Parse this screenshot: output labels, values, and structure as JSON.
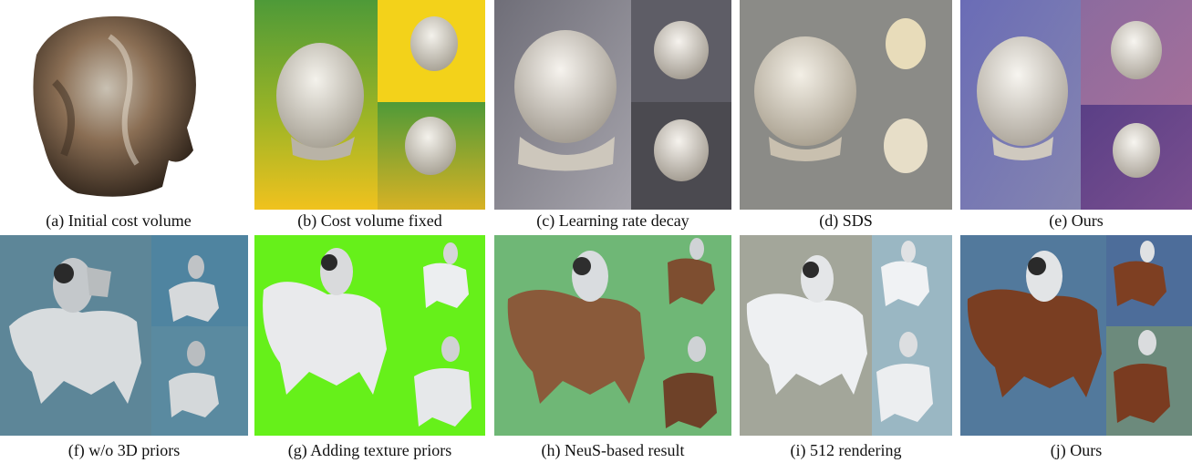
{
  "figure": {
    "rows": [
      {
        "name": "bust-row",
        "captions": [
          "(a) Initial cost volume",
          "(b) Cost volume fixed",
          "(c) Learning rate decay",
          "(d) SDS",
          "(e) Ours"
        ]
      },
      {
        "name": "astronaut-row",
        "captions": [
          "(f) w/o 3D priors",
          "(g) Adding texture priors",
          "(h) NeuS-based result",
          "(i) 512 rendering",
          "(j) Ours"
        ]
      }
    ]
  },
  "colors": {
    "b_background_main": "#4f9a3a",
    "b_background_top_right": "#f2d21c",
    "c_background": "#7c7b84",
    "d_background": "#8a8a86",
    "e_background": "#7272b4",
    "f_background": "#5e8799",
    "g_background": "#66f01a",
    "h_background": "#6fb776",
    "i_background": "#a3a79a",
    "j_background": "#52799c"
  }
}
